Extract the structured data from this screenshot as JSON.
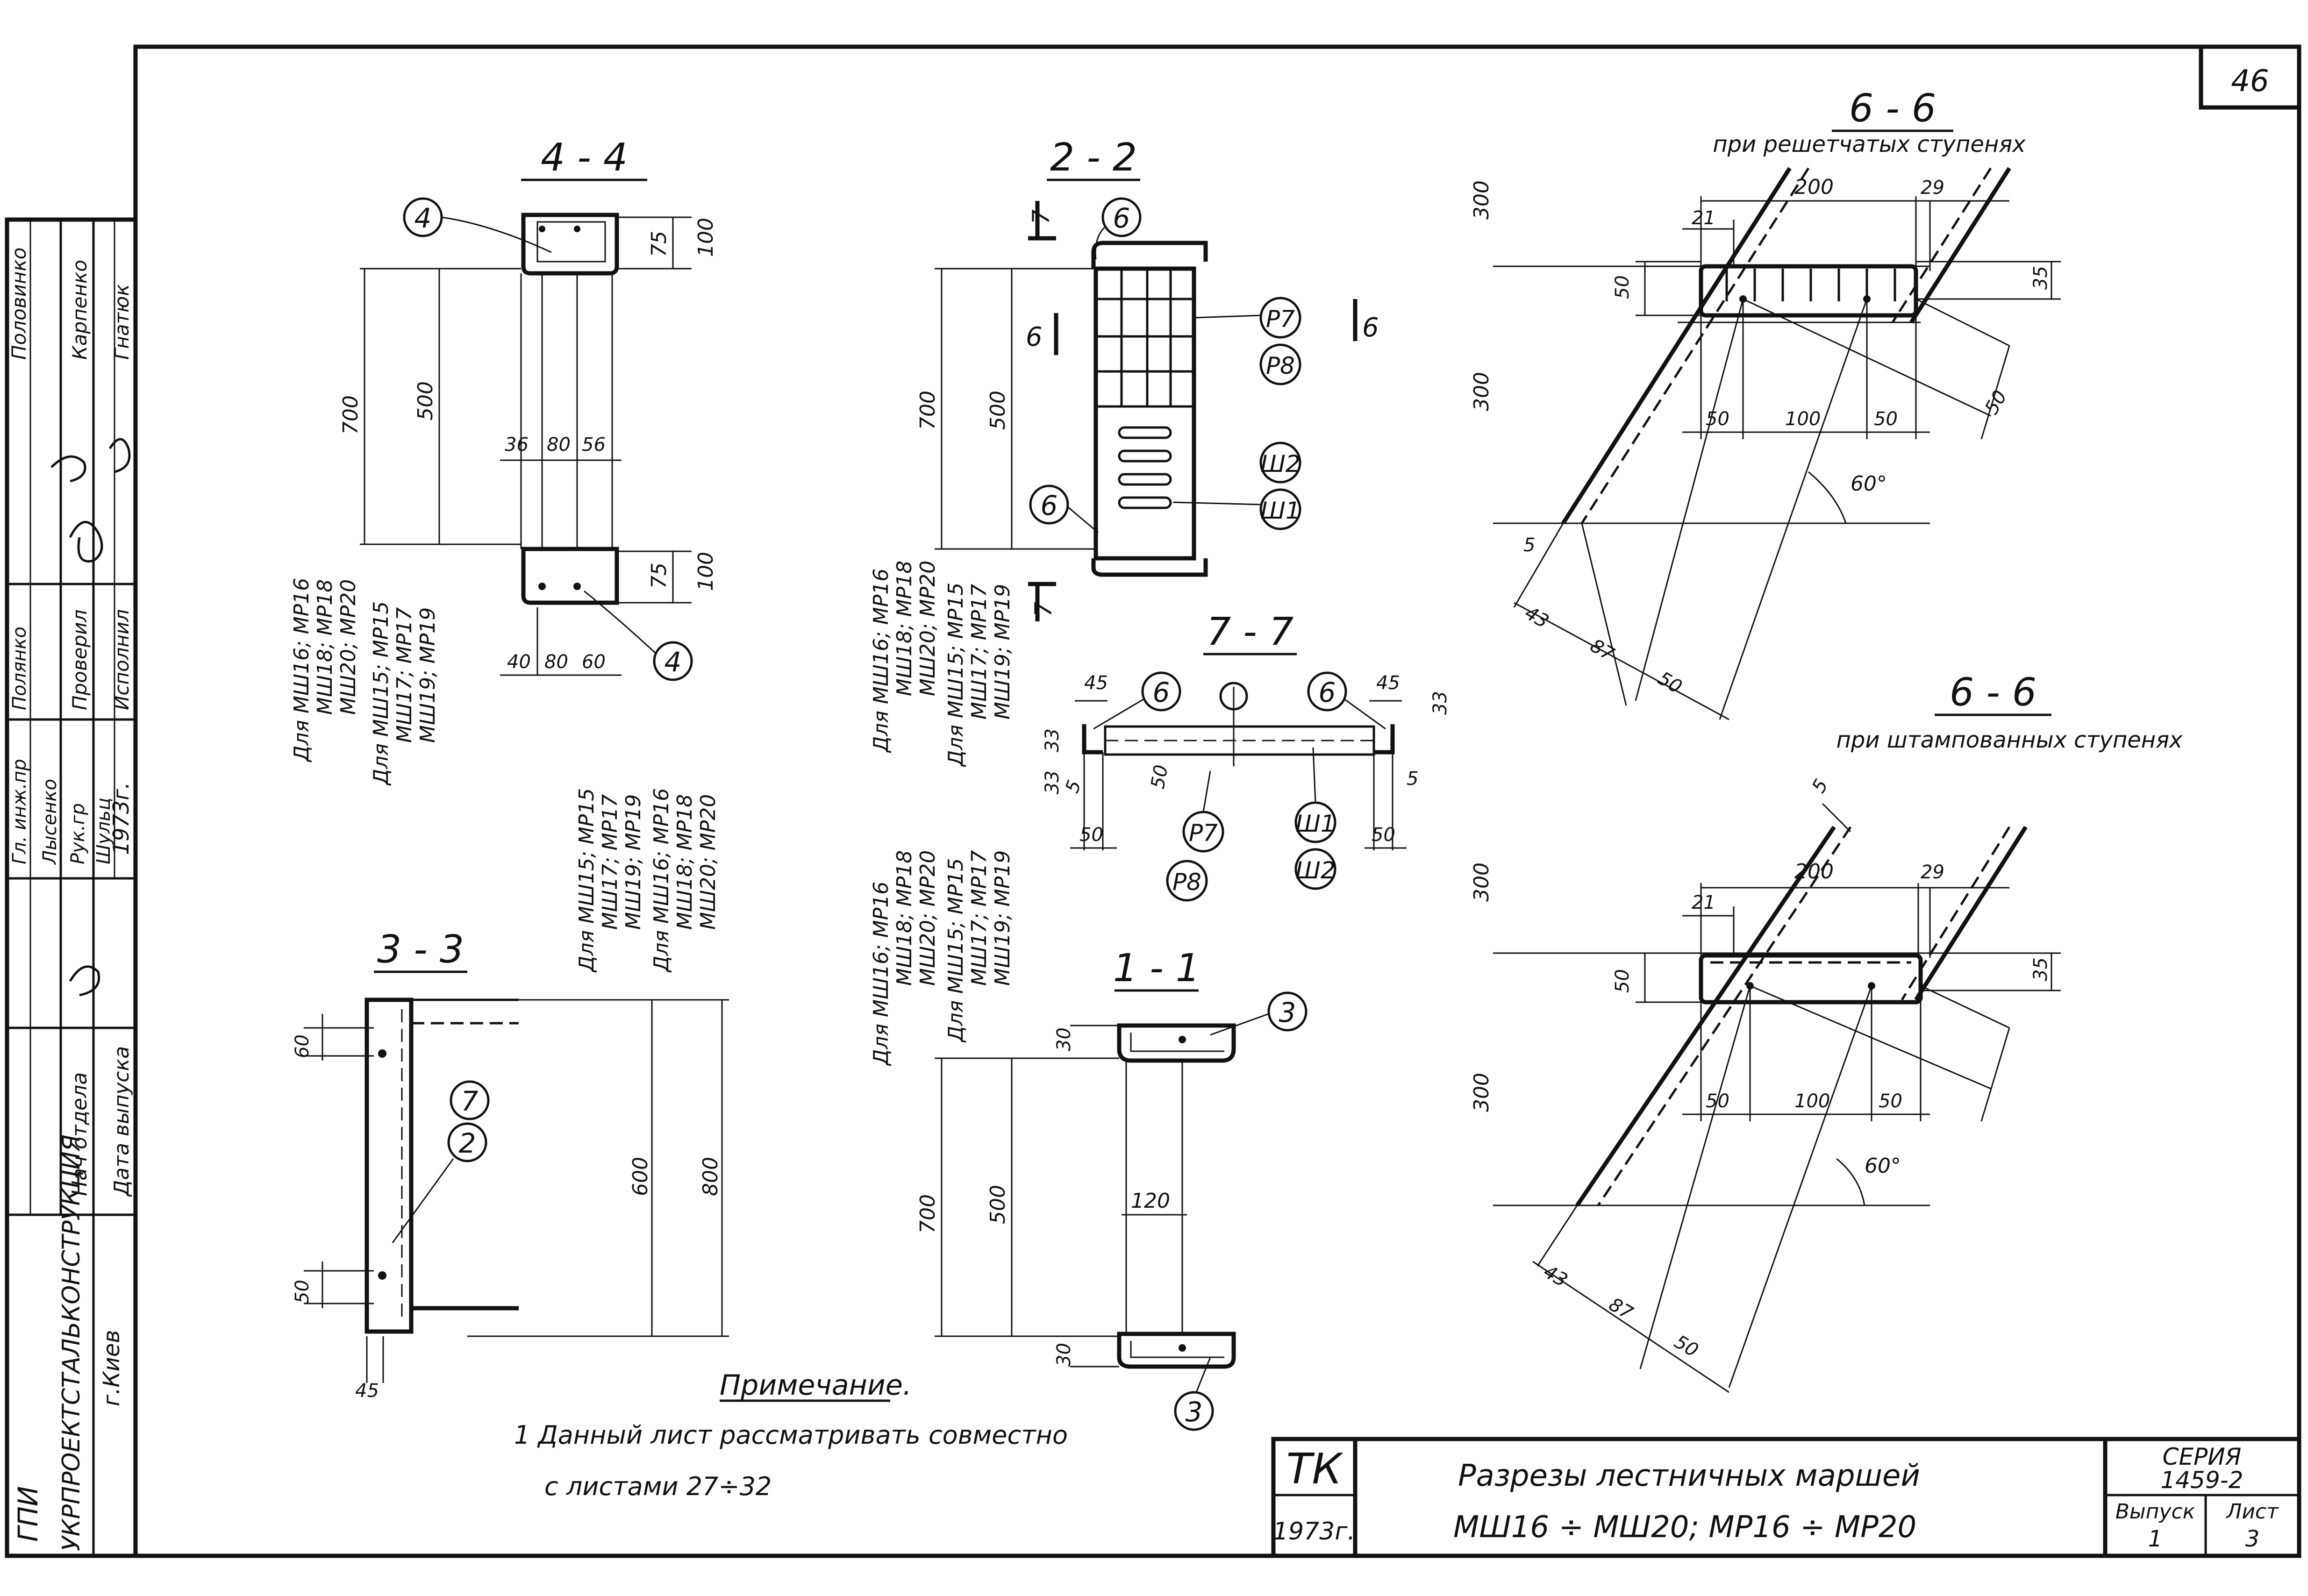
{
  "sheet": {
    "page_number": "46"
  },
  "stamp": {
    "org_line1": "ГПИ",
    "org_line2": "УКРПРОЕКТСТАЛЬКОНСТРУКЦИЯ",
    "city": "г.Киев",
    "rows": [
      {
        "role": "Дата выпуска",
        "name": ""
      },
      {
        "role": "Нач отдела",
        "name": ""
      },
      {
        "role": "Гл. инж.пр",
        "name": "Лысенко"
      },
      {
        "role": "Рук.гр",
        "name": "Шульц"
      },
      {
        "role": "Проверил",
        "name": "Полянко"
      },
      {
        "role": "Исполнил",
        "name": "Гнатюк"
      }
    ],
    "year": "1973г.",
    "extra_names": [
      "Карпенко",
      "Половинко"
    ]
  },
  "sections": {
    "s44": {
      "title": "4 - 4",
      "dims": [
        "75",
        "100",
        "700",
        "500",
        "36",
        "80",
        "56",
        "75",
        "100",
        "40",
        "80",
        "60"
      ],
      "callouts": [
        "4",
        "4"
      ],
      "group1": [
        "Для  МШ16; МР16",
        "МШ18; МР18",
        "МШ20; МР20"
      ],
      "group2": [
        "Для  МШ15; МР15",
        "МШ17; МР17",
        "МШ19; МР19"
      ]
    },
    "s22": {
      "title": "2 - 2",
      "cut_marks": [
        "7",
        "7",
        "6",
        "6"
      ],
      "dims": [
        "700",
        "500"
      ],
      "callouts": [
        "6",
        "P7",
        "P8",
        "Ш2",
        "Ш1",
        "6"
      ],
      "group1": [
        "Для  МШ16; МР16",
        "МШ18; МР18",
        "МШ20; МР20"
      ],
      "group2": [
        "Для  МШ15; МР15",
        "МШ17; МР17",
        "МШ19; МР19"
      ]
    },
    "s77": {
      "title": "7 - 7",
      "dims": [
        "45",
        "33",
        "33",
        "5",
        "50",
        "50",
        "45",
        "33",
        "5",
        "50"
      ],
      "callouts": [
        "6",
        "6",
        "P7",
        "P8",
        "Ш1",
        "Ш2"
      ]
    },
    "s33": {
      "title": "3 - 3",
      "dims": [
        "60",
        "50",
        "600",
        "800",
        "45"
      ],
      "callouts": [
        "7",
        "2"
      ],
      "group1": [
        "Для  МШ15; МР15",
        "МШ17; МР17",
        "МШ19; МР19"
      ],
      "group2": [
        "Для  МШ16; МР16",
        "МШ18; МР18",
        "МШ20; МР20"
      ]
    },
    "s11": {
      "title": "1 - 1",
      "dims": [
        "30",
        "120",
        "700",
        "500",
        "30"
      ],
      "callouts": [
        "3",
        "3"
      ],
      "group1": [
        "Для  МШ16; МР16",
        "МШ18; МР18",
        "МШ20; МР20"
      ],
      "group2": [
        "Для  МШ15; МР15",
        "МШ17; МР17",
        "МШ19; МР19"
      ]
    },
    "s66a": {
      "title": "6 - 6",
      "subtitle": "при решетчатых ступенях",
      "dims": [
        "300",
        "300",
        "200",
        "29",
        "21",
        "50",
        "35",
        "50",
        "100",
        "50",
        "50",
        "60°",
        "5",
        "43",
        "87",
        "50"
      ]
    },
    "s66b": {
      "title": "6 - 6",
      "subtitle": "при штампованных ступенях",
      "dims": [
        "300",
        "300",
        "5",
        "200",
        "29",
        "21",
        "50",
        "35",
        "50",
        "100",
        "50",
        "60°",
        "43",
        "87",
        "50"
      ]
    }
  },
  "note": {
    "heading": "Примечание.",
    "line1": "1  Данный лист рассматривать совместно",
    "line2": "с листами 27÷32"
  },
  "title_block": {
    "tk": "ТК",
    "tk_year": "1973г.",
    "title_line1": "Разрезы лестничных маршей",
    "title_line2": "МШ16 ÷ МШ20;       МР16 ÷ МР20",
    "series_label": "СЕРИЯ",
    "series_value": "1459-2",
    "issue_label": "Выпуск",
    "issue_value": "1",
    "sheet_label": "Лист",
    "sheet_value": "3"
  }
}
